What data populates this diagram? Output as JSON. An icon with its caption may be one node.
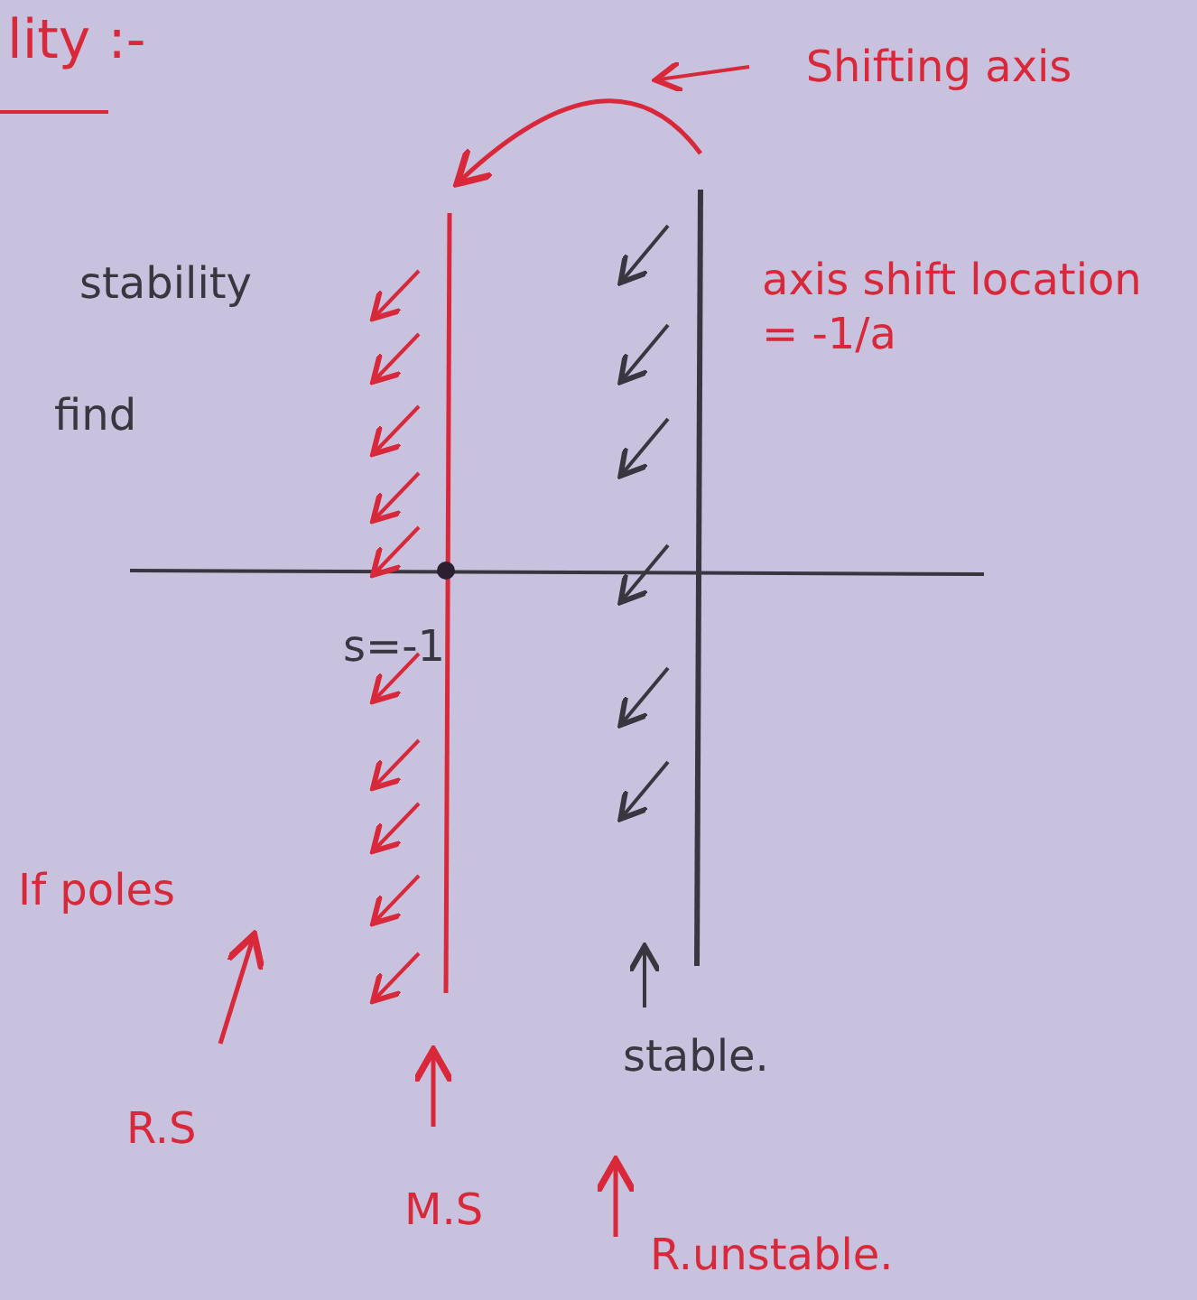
{
  "diagram": {
    "labels": [
      "lity :-",
      "Shifting axis",
      "axis shift location = -1/a",
      "stability",
      "find",
      "s=-1",
      "If poles",
      "R.S",
      "M.S",
      "stable.",
      "R.unstable."
    ]
  }
}
